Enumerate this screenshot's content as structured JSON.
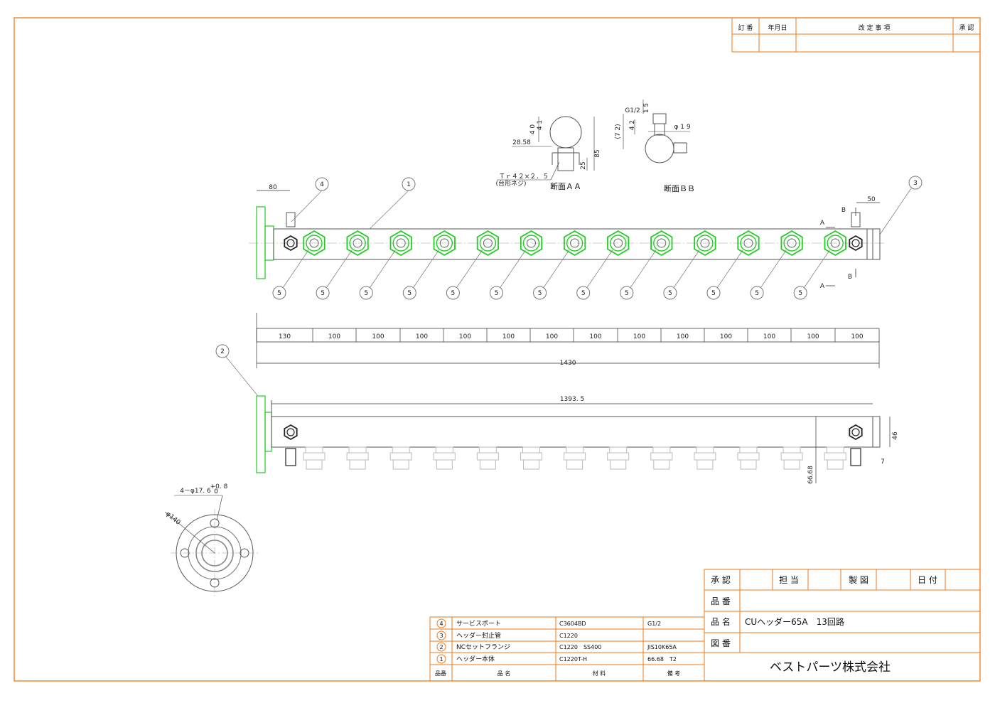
{
  "revision_table": {
    "headers": [
      "訂 番",
      "年月日",
      "改 定 事 項",
      "承 認"
    ]
  },
  "title_block": {
    "approval_label": "承 認",
    "in_charge_label": "担 当",
    "drafting_label": "製 図",
    "date_label": "日 付",
    "item_number_label": "品 番",
    "item_name_label": "品 名",
    "item_name_value": "CUヘッダー65A　13回路",
    "drawing_number_label": "図 番",
    "company": "ベストパーツ株式会社"
  },
  "parts_list": {
    "headers": [
      "品番",
      "品 名",
      "材 料",
      "備 考"
    ],
    "rows": [
      {
        "no": "4",
        "name": "サービスポート",
        "material": "C3604BD",
        "note": "G1/2"
      },
      {
        "no": "3",
        "name": "ヘッダー封止管",
        "material": "C1220",
        "note": ""
      },
      {
        "no": "2",
        "name": "NCセットフランジ",
        "material": "C1220　SS400",
        "note": "JIS10K65A"
      },
      {
        "no": "1",
        "name": "ヘッダー本体",
        "material": "C1220T-H",
        "note": "66.68　T2"
      }
    ]
  },
  "section_aa": {
    "title": "断面ＡＡ",
    "thread_label": "Ｔｒ４２×２．５",
    "thread_note": "(台形ネジ)",
    "dims": [
      "4 0",
      "4 1",
      "28.58",
      "85",
      "25"
    ]
  },
  "section_bb": {
    "title": "断面ＢＢ",
    "dims": [
      "G1/2",
      "1 5",
      "4 2",
      "(7 2)",
      "φ 1 9"
    ]
  },
  "callouts": {
    "body": "1",
    "flange": "2",
    "cap": "3",
    "port": "4",
    "branch": "5"
  },
  "section_markers": {
    "a": "A",
    "b": "B"
  },
  "dimensions": {
    "pitch_labels": [
      "130",
      "100",
      "100",
      "100",
      "100",
      "100",
      "100",
      "100",
      "100",
      "100",
      "100",
      "100",
      "100",
      "100"
    ],
    "total_length": "1430",
    "body_length": "1393. 5",
    "flange_offset": "80",
    "end_offset": "50",
    "height_46": "46",
    "pipe_dia": "66.68",
    "end_7": "7",
    "flange_holes": "4－φ17. 6",
    "tol_upper": "+0. 8",
    "tol_lower": "0",
    "flange_pcd": "φ140"
  },
  "colors": {
    "frame": "#f07a1a",
    "fitting": "#22cc22",
    "line": "#555555",
    "leader": "#777777"
  }
}
